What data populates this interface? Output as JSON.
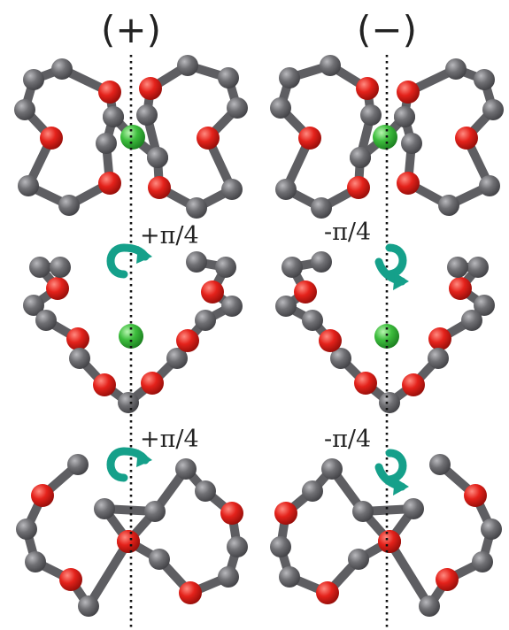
{
  "columns": [
    {
      "label": "(+)"
    },
    {
      "label": "(−)"
    }
  ],
  "rotations": [
    {
      "left": "+π/4",
      "right": "-π/4"
    },
    {
      "left": "+π/4",
      "right": "-π/4"
    }
  ],
  "colors": {
    "carbon": "#6b6b6e",
    "oxygen": "#e0201a",
    "ion": "#3dbd3d",
    "arrow": "#15a08a",
    "axis": "#111111",
    "background": "#ffffff"
  },
  "atom_legend": [
    "carbon-atom",
    "oxygen-atom",
    "metal-ion"
  ],
  "icons": {
    "rotation": "curved-rotation-arrow-icon",
    "axis": "dotted-symmetry-axis"
  }
}
